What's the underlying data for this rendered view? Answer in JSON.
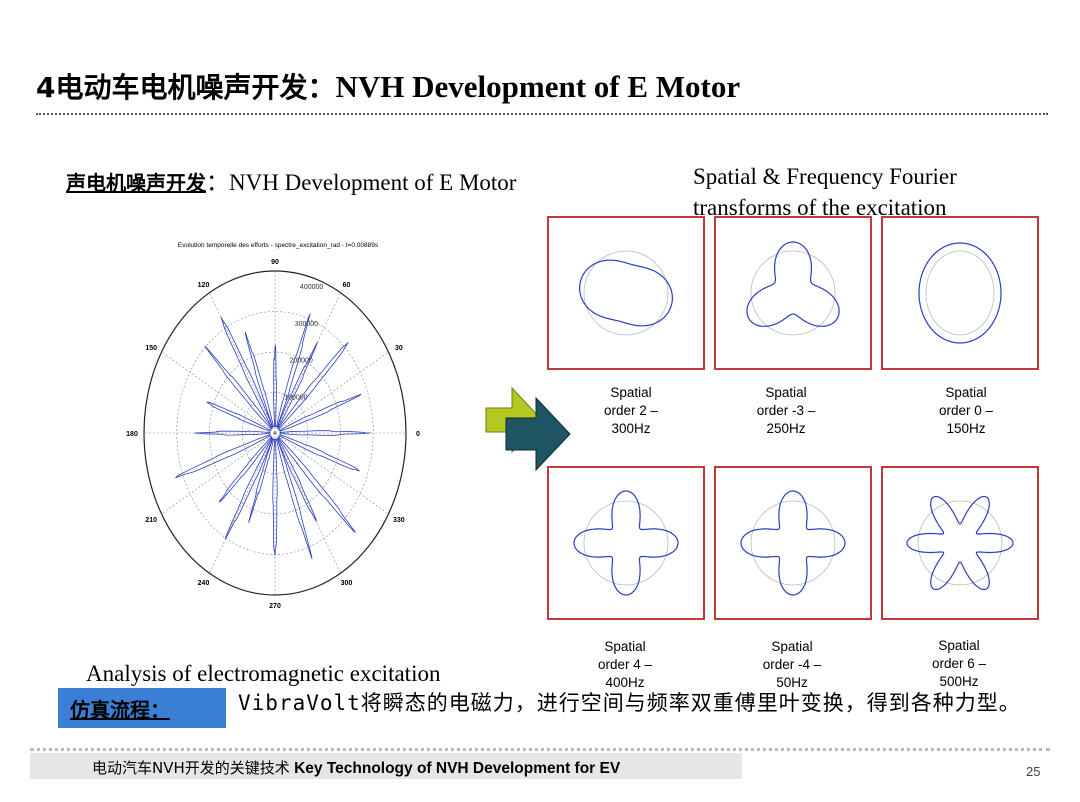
{
  "title": {
    "cn": "4电动车电机噪声开发：",
    "en": "NVH Development of  E Motor"
  },
  "subtitle": {
    "cn": "声电机噪声开发",
    "sep": "：",
    "en": "NVH  Development of  E Motor"
  },
  "spatial_title": "Spatial & Frequency Fourier transforms of the excitation",
  "polar_plot": {
    "title": "Evolution temporelle des efforts - spectre_excitation_rad - t=0.00889s",
    "angle_labels": [
      "90",
      "60",
      "30",
      "0",
      "330",
      "300",
      "270",
      "240",
      "210",
      "180",
      "150",
      "120"
    ],
    "radial_labels": [
      "100000",
      "200000",
      "300000",
      "400000"
    ]
  },
  "modes": [
    {
      "label": "Spatial\norder 2 –\n300Hz",
      "order": 2
    },
    {
      "label": "Spatial\norder -3 –\n250Hz",
      "order": 3
    },
    {
      "label": "Spatial\norder 0 –\n150Hz",
      "order": 0
    },
    {
      "label": "Spatial\norder 4 –\n400Hz",
      "order": 4
    },
    {
      "label": "Spatial\norder -4 –\n50Hz",
      "order": 4
    },
    {
      "label": "Spatial\norder 6 –\n500Hz",
      "order": 6
    }
  ],
  "analysis_caption": "Analysis of electromagnetic excitation",
  "process": {
    "label": "仿真流程：",
    "text": "VibraVolt将瞬态的电磁力，进行空间与频率双重傅里叶变换，得到各种力型。"
  },
  "footer": {
    "cn": "电动汽车NVH开发的关键技术",
    "en": "Key Technology of NVH Development for EV"
  },
  "page_number": "25",
  "colors": {
    "frame": "#c0393b",
    "curve": "#2b3fc0",
    "arrow_front": "#1f5563",
    "arrow_back": "#b4c81f",
    "badge": "#3b7fd4"
  }
}
